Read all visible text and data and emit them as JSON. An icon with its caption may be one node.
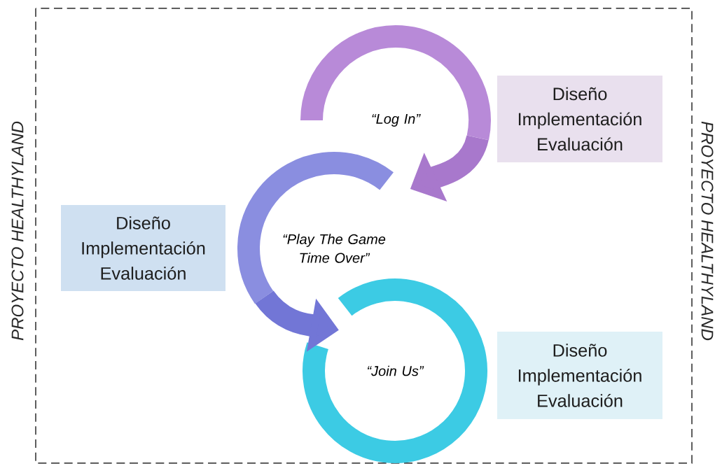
{
  "diagram": {
    "nodes": [
      {
        "text": [
          "“Log In”"
        ]
      },
      {
        "text": [
          "“Play The Game Time Over”"
        ]
      },
      {
        "text": [
          "“Join Us”"
        ]
      },
      {
        "text": [
          "Diseño",
          "Implementación",
          "Evaluación"
        ]
      },
      {
        "text": [
          "Diseño",
          "Implementación",
          "Evaluación"
        ]
      },
      {
        "text": [
          "Diseño",
          "Implementación",
          "Evaluación"
        ]
      }
    ],
    "edges": [
      {
        "from": 0,
        "to": 1,
        "arrow": "to",
        "color": "#a878cc"
      },
      {
        "from": 1,
        "to": 2,
        "arrow": "to",
        "color": "#7276d6"
      }
    ],
    "labels": [
      "PROYECTO HEALTHYLAND",
      "PROYECTO HEALTHYLAND"
    ]
  }
}
